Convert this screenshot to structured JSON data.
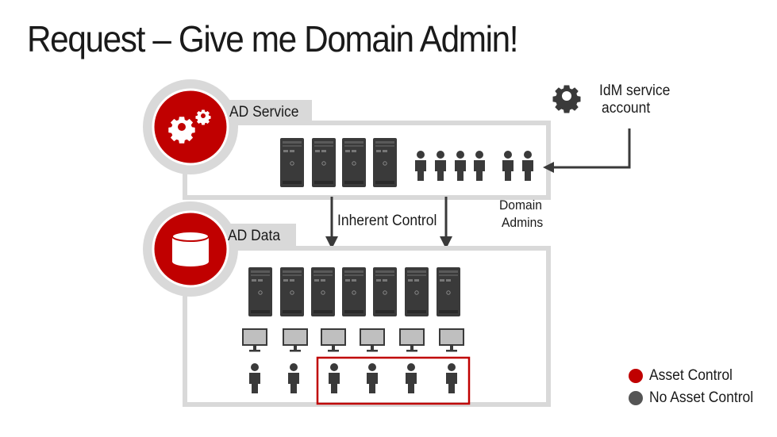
{
  "title": "Request – Give me Domain Admin!",
  "labels": {
    "ad_service": "AD Service",
    "ad_data": "AD Data",
    "idm_line1": "IdM service",
    "idm_line2": "account",
    "inherent_control": "Inherent Control",
    "domain_line1": "Domain",
    "domain_line2": "Admins"
  },
  "legend": [
    {
      "label": "Asset Control",
      "color": "#c00000"
    },
    {
      "label": "No Asset Control",
      "color": "#555555"
    }
  ],
  "colors": {
    "accent": "#c00000",
    "panel_border": "#d9d9d9",
    "icon_dark": "#3a3a3a"
  },
  "icons": [
    "gear-icon",
    "database-icon",
    "server-icon",
    "person-icon",
    "monitor-icon"
  ]
}
